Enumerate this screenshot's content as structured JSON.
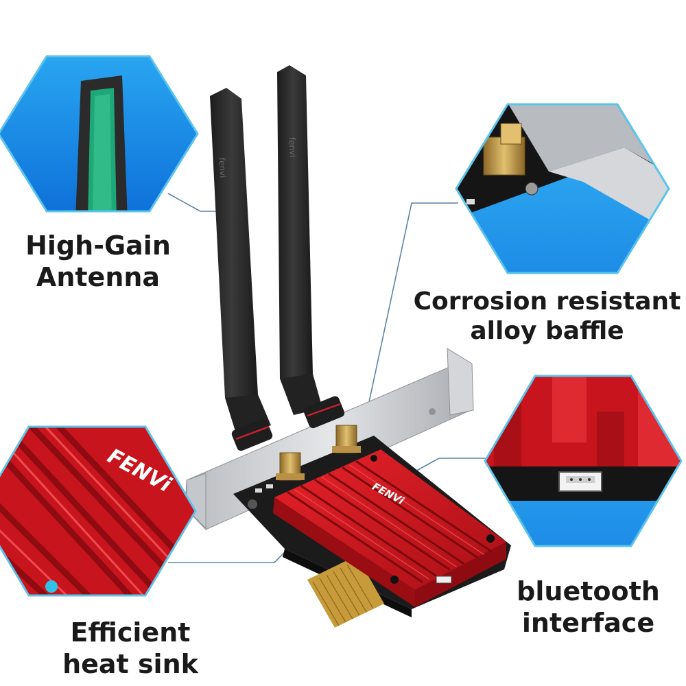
{
  "brand": {
    "logo_text": "FENVi",
    "antenna_mark": "fenvi"
  },
  "labels": {
    "antenna": {
      "line1": "High-Gain",
      "line2": "Antenna"
    },
    "baffle": {
      "line1": "Corrosion resistant",
      "line2": "alloy baffle"
    },
    "heatsink": {
      "line1": "Efficient",
      "line2": "heat sink"
    },
    "bluetooth": {
      "line1": "bluetooth",
      "line2": "interface"
    }
  },
  "colors": {
    "hex_border": "#5bc4ec",
    "callout_line": "#5b82a8",
    "heatsink_red": "#c8141c",
    "antenna_black": "#262626",
    "bracket_silver": "#c9ccd0",
    "gold_connector": "#c9a24a"
  }
}
